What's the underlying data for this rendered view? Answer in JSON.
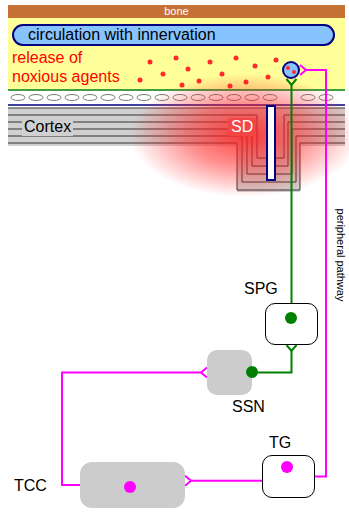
{
  "diagram": {
    "nodes": [
      {
        "text": [
          "bone"
        ]
      },
      {
        "text": [
          "release of noxious agents"
        ]
      },
      {
        "text": [
          "circulation with innervation"
        ],
        "in": 1
      },
      {
        "text": [
          "Cortex",
          "SD"
        ]
      },
      {
        "text": [
          "SPG"
        ]
      },
      {
        "text": [
          "SSN"
        ]
      },
      {
        "text": [
          "TG"
        ]
      },
      {
        "text": [
          "TCC"
        ]
      }
    ],
    "edges": [
      {
        "from": 6,
        "to": 1,
        "arrow": "to"
      },
      {
        "from": 6,
        "to": 7,
        "arrow": "to"
      },
      {
        "from": 7,
        "to": 5,
        "arrow": "to"
      },
      {
        "from": 5,
        "to": 4,
        "arrow": "to"
      },
      {
        "from": 4,
        "to": 1,
        "arrow": "to"
      }
    ],
    "labels": [
      "peripheral pathway"
    ]
  }
}
